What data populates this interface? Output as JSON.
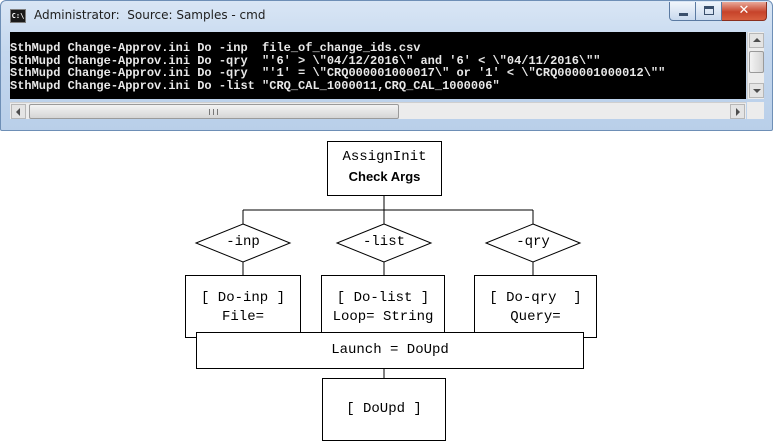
{
  "window": {
    "title": "Administrator:  Source: Samples - cmd",
    "app_icon_text": "C:\\",
    "close_glyph": "✕",
    "console_lines": [
      "SthMupd Change-Approv.ini Do -inp  file_of_change_ids.csv",
      "SthMupd Change-Approv.ini Do -qry  \"'6' > \\\"04/12/2016\\\" and '6' < \\\"04/11/2016\\\"\"",
      "SthMupd Change-Approv.ini Do -qry  \"'1' = \\\"CRQ000001000017\\\" or '1' < \\\"CRQ000001000012\\\"\"",
      "SthMupd Change-Approv.ini Do -list \"CRQ_CAL_1000011,CRQ_CAL_1000006\""
    ]
  },
  "diagram": {
    "start_box": {
      "line1": "AssignInit",
      "line2": "Check Args"
    },
    "options": [
      {
        "flag": "-inp",
        "line1": "[ Do-inp ]",
        "line2": "File="
      },
      {
        "flag": "-list",
        "line1": "[ Do-list ]",
        "line2": "Loop= String"
      },
      {
        "flag": "-qry",
        "line1": "[ Do-qry  ]",
        "line2": "Query="
      }
    ],
    "launch_label": "Launch = DoUpd",
    "end_box": "[ DoUpd ]"
  },
  "colors": {
    "console_bg": "#000000",
    "console_text": "#e8e8e8",
    "close_button": "#c7432a",
    "titlebar": "#c4d7ee"
  },
  "icons": [
    "cmd-app-icon",
    "minimize-icon",
    "maximize-icon",
    "close-icon",
    "scroll-up-icon",
    "scroll-down-icon",
    "scroll-left-icon",
    "scroll-right-icon"
  ]
}
